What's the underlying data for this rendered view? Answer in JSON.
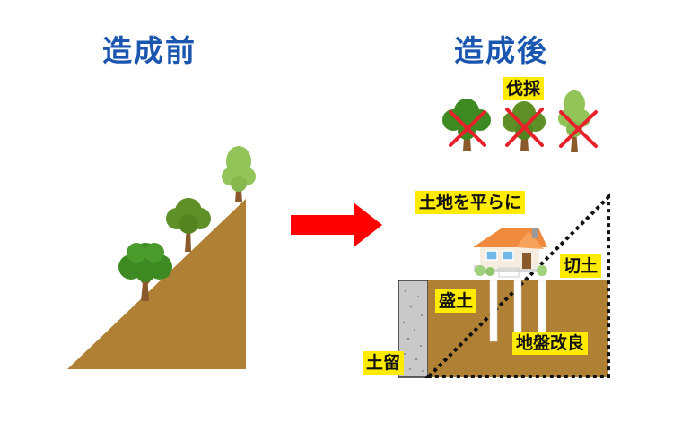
{
  "before": {
    "title": "造成前"
  },
  "after": {
    "title": "造成後"
  },
  "labels": {
    "felling": "伐採",
    "leveling": "土地を平らに",
    "cut": "切土",
    "fill": "盛土",
    "soil_improvement": "地盤改良",
    "retaining_wall": "土留"
  },
  "colors": {
    "soil": "#b08035",
    "title": "#1a56b0",
    "label_bg": "#ffeb00",
    "arrow": "#ff0000",
    "cross": "#e8202a",
    "tree_dark": "#3d8a23",
    "tree_mid": "#5f8f27",
    "tree_light": "#93c45a",
    "trunk": "#8a5a2b"
  }
}
